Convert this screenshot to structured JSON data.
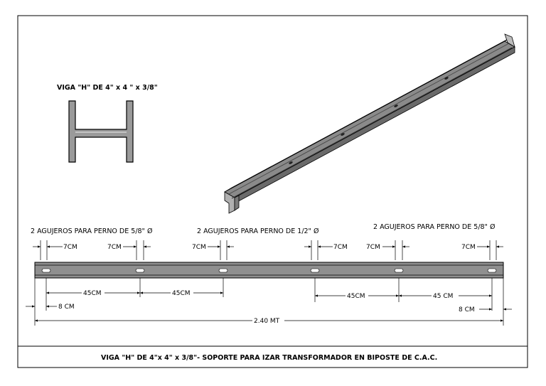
{
  "section_title": "VIGA \"H\" DE 4\" x 4 \" x 3/8\"",
  "hole_groups": [
    {
      "label": "2 AGUJEROS PARA PERNO DE 5/8\" Ø"
    },
    {
      "label": "2 AGUJEROS PARA PERNO DE 1/2\" Ø"
    },
    {
      "label": "2 AGUJEROS PARA PERNO DE 5/8\" Ø"
    }
  ],
  "dims": {
    "edge_7cm": [
      "7CM",
      "7CM",
      "7CM",
      "7CM",
      "7CM",
      "7CM"
    ],
    "span_a1": "45CM",
    "span_a2": "45CM",
    "span_b1": "45CM",
    "span_b2": "45 CM",
    "offset_left": "8 CM",
    "offset_right": "8 CM",
    "total": "2.40 MT"
  },
  "footer_title": "VIGA \"H\" DE 4\"x 4\" x 3/8\"- SOPORTE PARA IZAR TRANSFORMADOR EN BIPOSTE DE  C.A.C.",
  "colors": {
    "steel": "#8f8f8f",
    "steel_light": "#b8b8b8",
    "steel_dark": "#5c5c5c",
    "line": "#000000"
  }
}
